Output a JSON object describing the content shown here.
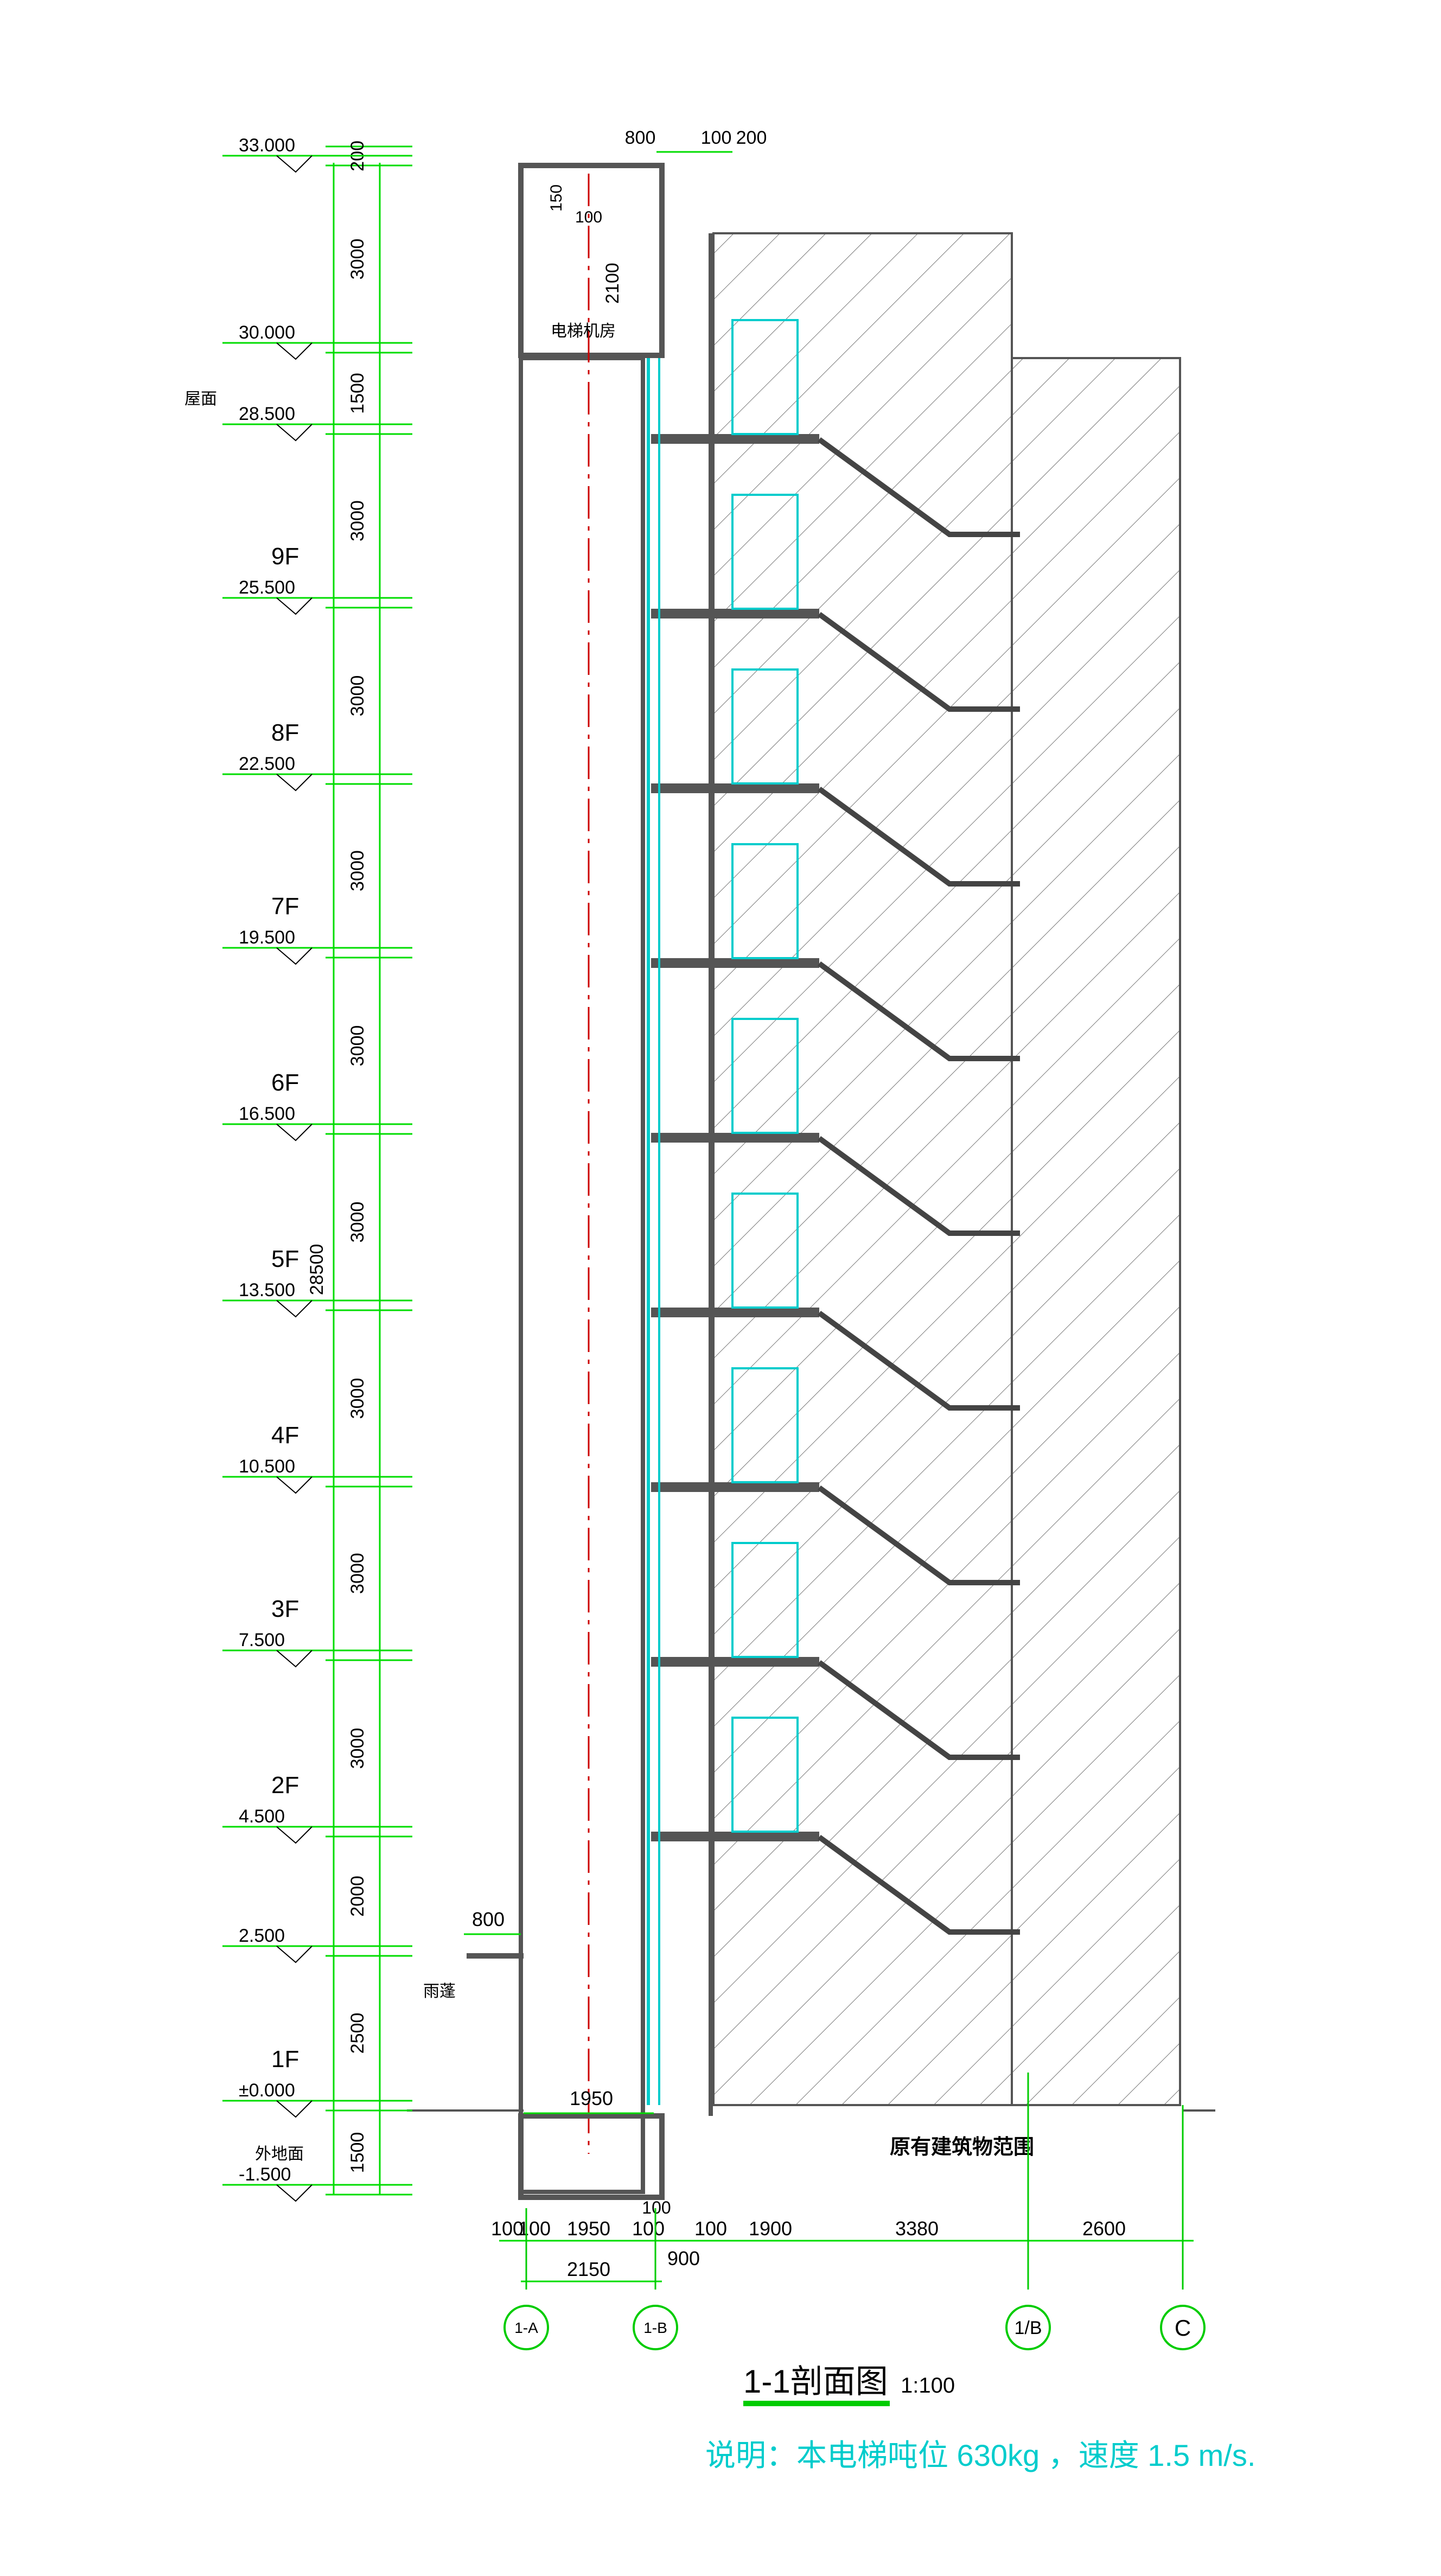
{
  "title": {
    "main": "1-1剖面图",
    "scale": "1:100"
  },
  "note": "说明：本电梯吨位 630kg ，速度 1.5  m/s.",
  "labels": {
    "machine_room": "电梯机房",
    "canopy": "雨蓬",
    "existing_building": "原有建筑物范围",
    "roof": "屋面",
    "outdoor_ground": "外地面"
  },
  "levels": [
    {
      "elev": "33.000",
      "floor": ""
    },
    {
      "elev": "30.000",
      "floor": ""
    },
    {
      "elev": "28.500",
      "floor": "屋面"
    },
    {
      "elev": "25.500",
      "floor": "9F"
    },
    {
      "elev": "22.500",
      "floor": "8F"
    },
    {
      "elev": "19.500",
      "floor": "7F"
    },
    {
      "elev": "16.500",
      "floor": "6F"
    },
    {
      "elev": "13.500",
      "floor": "5F"
    },
    {
      "elev": "10.500",
      "floor": "4F"
    },
    {
      "elev": "7.500",
      "floor": "3F"
    },
    {
      "elev": "4.500",
      "floor": "2F"
    },
    {
      "elev": "2.500",
      "floor": ""
    },
    {
      "elev": "±0.000",
      "floor": "1F"
    },
    {
      "elev": "-1.500",
      "floor": ""
    }
  ],
  "vertical_dims": {
    "segments": [
      "200",
      "3000",
      "1500",
      "3000",
      "3000",
      "3000",
      "3000",
      "3000",
      "3000",
      "3000",
      "3000",
      "2000",
      "2500",
      "1500"
    ],
    "total": "28500"
  },
  "top_dims": [
    "800",
    "100",
    "200"
  ],
  "machine_room_dims": [
    "150",
    "100",
    "2100"
  ],
  "canopy_dim": "800",
  "pit_dims": [
    "1950",
    "100"
  ],
  "bottom_dims": [
    "100",
    "100",
    "1950",
    "100",
    "100",
    "1900",
    "3380",
    "2600"
  ],
  "bottom_total": [
    "2150",
    "900"
  ],
  "axes": [
    "1-A",
    "1-B",
    "1/B",
    "C"
  ],
  "colors": {
    "dim": "#00dd00",
    "wall": "#555555",
    "glass": "#00cccc",
    "axis": "#cc0000",
    "note": "#00cccc",
    "underline": "#00cc00",
    "hatch": "#777777"
  }
}
